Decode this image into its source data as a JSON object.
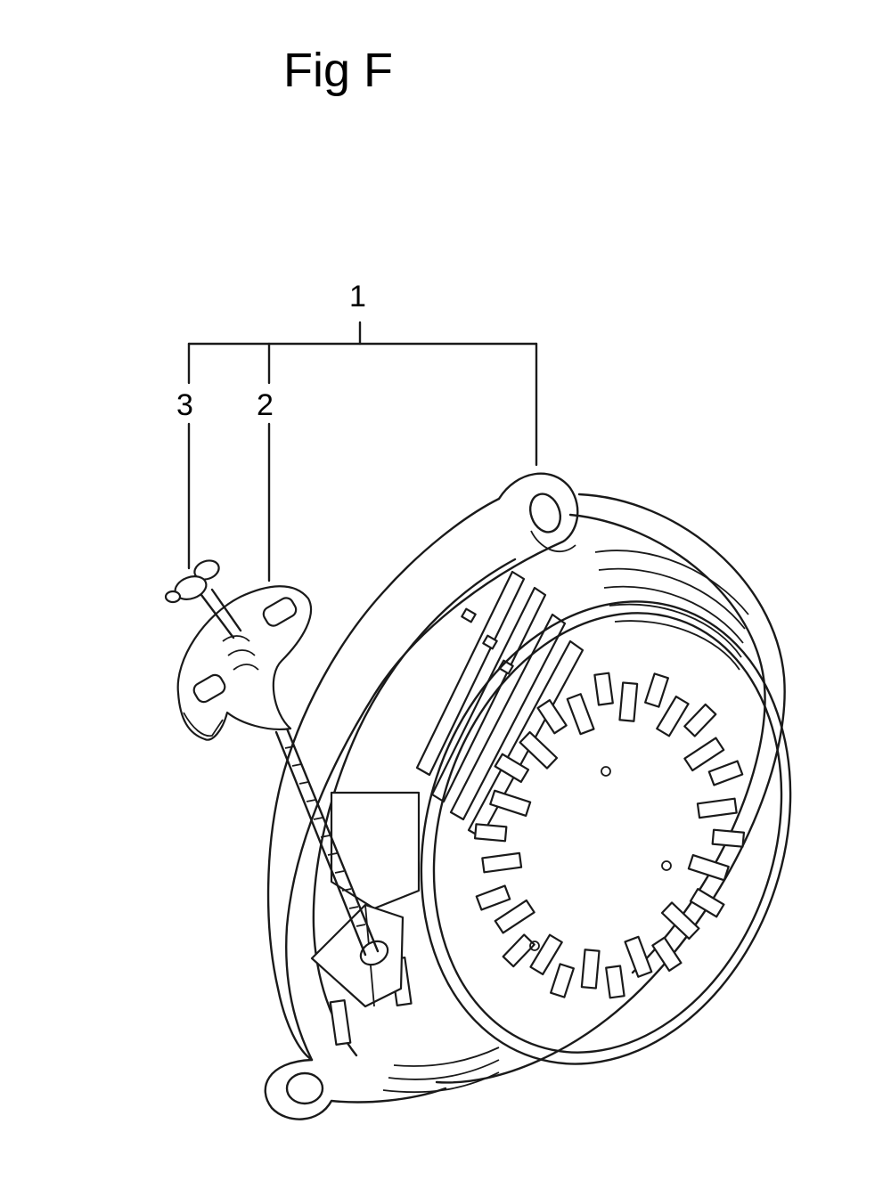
{
  "figure": {
    "title": "Fig F"
  },
  "callouts": [
    {
      "id": "1",
      "label": "1"
    },
    {
      "id": "2",
      "label": "2"
    },
    {
      "id": "3",
      "label": "3"
    }
  ],
  "colors": {
    "ink": "#1a1a1a",
    "background": "#ffffff"
  },
  "parts": [
    "recoil-starter-assembly",
    "starter-handle",
    "handle-clip"
  ]
}
